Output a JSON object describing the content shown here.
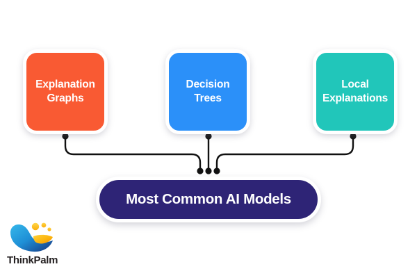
{
  "diagram": {
    "title": "Most Common AI Models",
    "background_color": "#ffffff",
    "root": {
      "label": "Most Common AI Models",
      "fill_color": "#2E2476",
      "text_color": "#ffffff"
    },
    "nodes": [
      {
        "id": "explanation-graphs",
        "label": "Explanation\nGraphs",
        "fill_color": "#F95A33",
        "text_color": "#ffffff"
      },
      {
        "id": "decision-trees",
        "label": "Decision\nTrees",
        "fill_color": "#2B90F9",
        "text_color": "#ffffff"
      },
      {
        "id": "local-explanations",
        "label": "Local\nExplanations",
        "fill_color": "#21C6BA",
        "text_color": "#ffffff"
      }
    ],
    "connector_color": "#111111"
  },
  "brand": {
    "name": "ThinkPalm",
    "mark_colors": {
      "wave_blue_light": "#2BA9E0",
      "wave_blue_dark": "#1B3C8C",
      "leaf_yellow": "#FDB913",
      "leaf_orange": "#F59C0B",
      "dot_yellow": "#FFC20E"
    },
    "text_color": "#231f20"
  }
}
